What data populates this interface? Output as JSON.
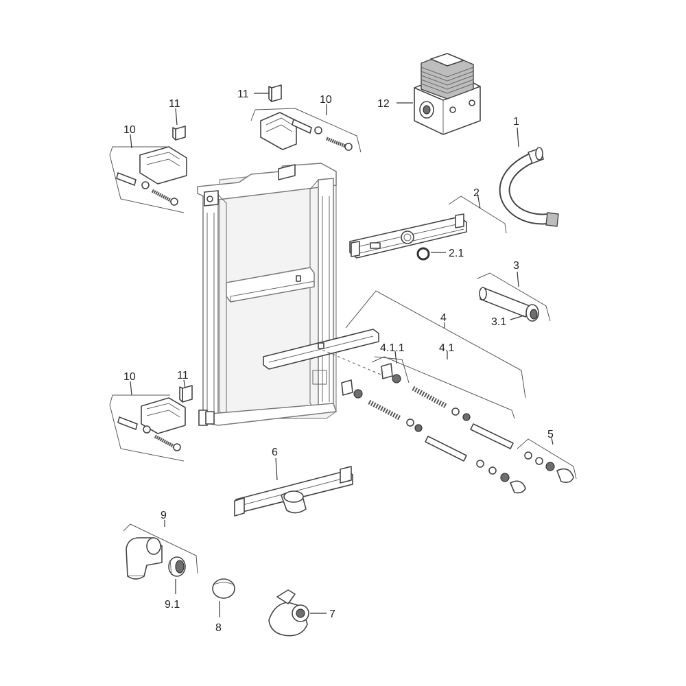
{
  "callouts": {
    "c1": "1",
    "c2": "2",
    "c2_1": "2.1",
    "c3": "3",
    "c3_1": "3.1",
    "c4": "4",
    "c4_1": "4.1",
    "c4_1_1": "4.1.1",
    "c5": "5",
    "c6": "6",
    "c7": "7",
    "c8": "8",
    "c9": "9",
    "c9_1": "9.1",
    "c10_top_left": "10",
    "c10_top_center": "10",
    "c10_bottom_left": "10",
    "c11_top_left": "11",
    "c11_top_center": "11",
    "c11_bottom_left": "11",
    "c12": "12"
  }
}
